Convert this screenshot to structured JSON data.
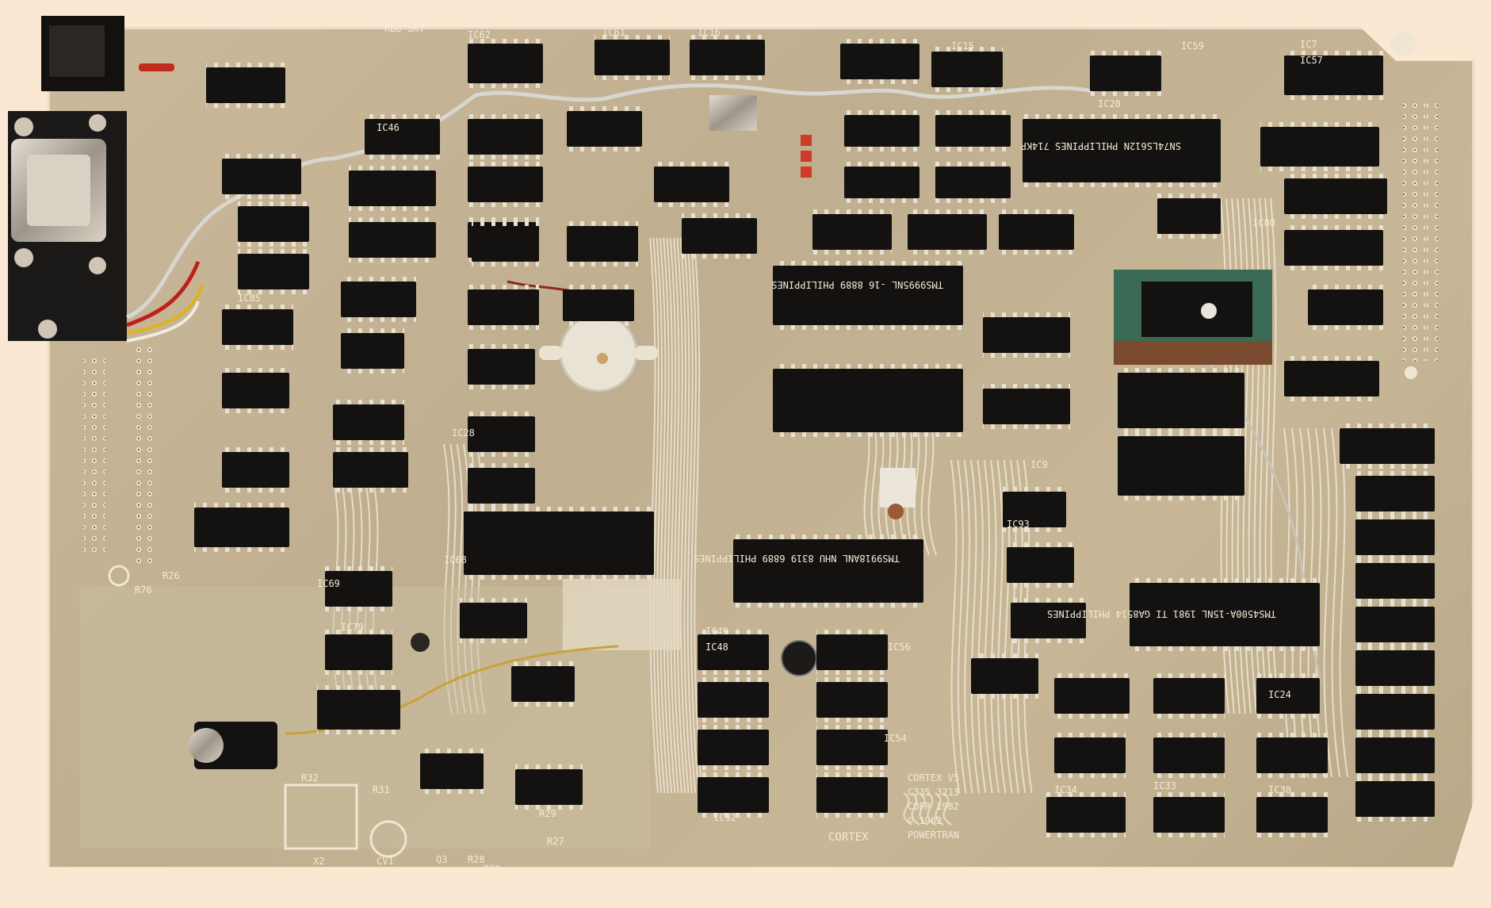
{
  "labels": {
    "ic": [
      "IC62",
      "IC61",
      "IC16",
      "IC15",
      "IC20",
      "IC59",
      "IC7",
      "IC46",
      "IC80",
      "IC85",
      "IC69",
      "IC79",
      "IC57",
      "IC28",
      "IC92",
      "IC93",
      "IC9",
      "IC48",
      "IC34",
      "IC33",
      "IC24",
      "IC30",
      "IC56",
      "IC49",
      "IC54",
      "IC68"
    ],
    "r": [
      "R26",
      "R76",
      "R29",
      "R27",
      "R28",
      "R30",
      "R32",
      "R31"
    ],
    "misc": [
      "Q3",
      "X2",
      "CV1",
      "KBD SKT"
    ]
  },
  "chips": {
    "left_crt": "TMS9918ANL\nNHU 8319\n6889 PHILIPPINES",
    "cpu": "TMS9995NL\n-16 8889\nPHILIPPINES",
    "ram": "TMS4500A-15NL\n1981 TI GA8514\nPHILIPPINES",
    "video": "SN74LS612N\nPHILIPPINES 714KP"
  },
  "board_text": {
    "name": "CORTEX",
    "copyright": [
      "CORTEX V5",
      "C335 3213",
      "COPR 1982",
      "© 1982",
      "POWERTRAN"
    ]
  },
  "colors": {
    "board": "#c4b394",
    "chip": "#141210",
    "trace": "#efe6d4",
    "background": "#fbe8d2"
  }
}
